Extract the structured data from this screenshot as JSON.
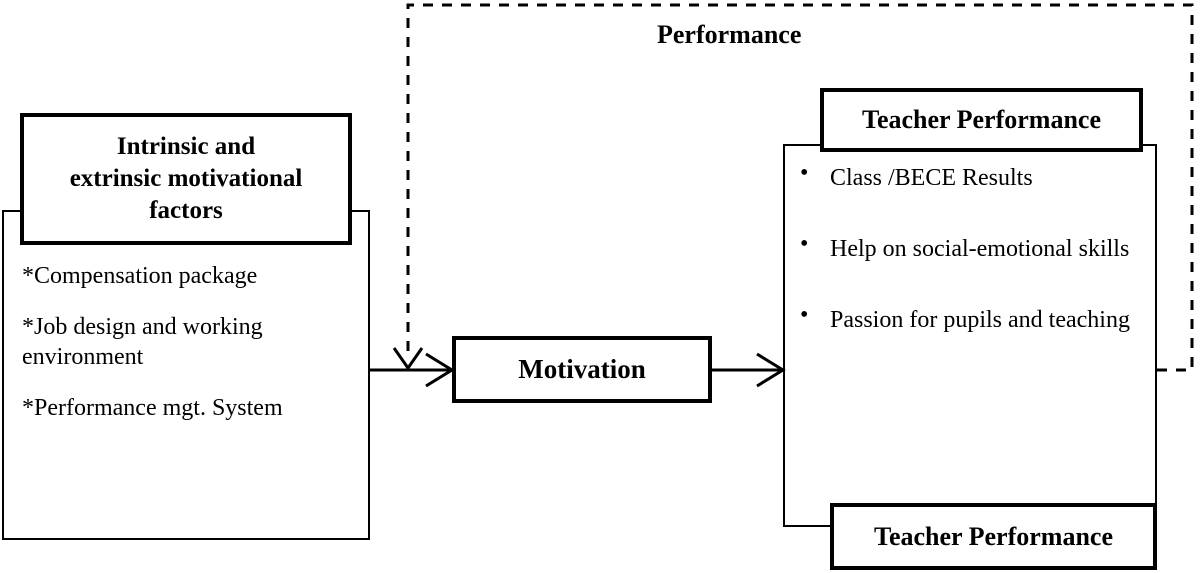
{
  "diagram": {
    "title_label": "Performance",
    "left_block": {
      "header": "Intrinsic and extrinsic motivational factors",
      "header_lines": [
        "Intrinsic and",
        "extrinsic motivational",
        "factors"
      ],
      "factors": [
        "*Compensation package",
        "*Job design and working environment",
        "*Performance mgt. System"
      ]
    },
    "center_block": {
      "label": "Motivation"
    },
    "right_block": {
      "header_top": "Teacher Performance",
      "header_bottom": "Teacher Performance",
      "bullet_marker": "•",
      "bullets": [
        "Class /BECE Results",
        "Help on social-emotional skills",
        "Passion for pupils and teaching"
      ]
    },
    "connectors": {
      "left_to_motivation": "solid-arrow-right",
      "motivation_to_right": "solid-arrow-right",
      "feedback_loop": "dashed-arrow-down",
      "arrow_color": "#000000"
    },
    "colors": {
      "stroke": "#000000",
      "background": "#ffffff",
      "text": "#000000"
    }
  }
}
